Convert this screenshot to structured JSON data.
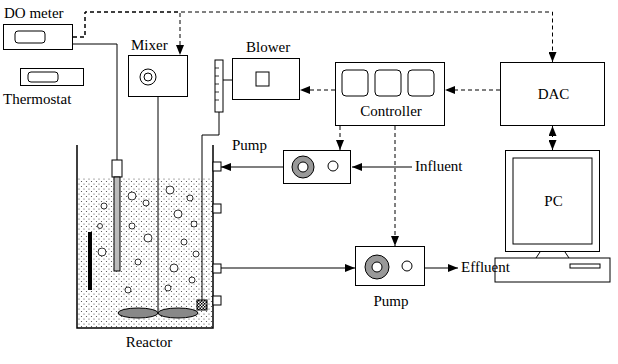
{
  "diagram": {
    "nodes": [
      {
        "text": [
          "DO meter"
        ]
      },
      {
        "text": [
          "Mixer"
        ]
      },
      {
        "text": [
          "Blower"
        ]
      },
      {
        "text": [
          "Thermostat"
        ]
      },
      {
        "text": [
          "Controller"
        ]
      },
      {
        "text": [
          "DAC"
        ]
      },
      {
        "text": [
          "Pump"
        ]
      },
      {
        "text": [
          "PC"
        ]
      },
      {
        "text": [
          "Pump"
        ]
      },
      {
        "text": [
          "Reactor"
        ]
      }
    ],
    "edges": [
      {
        "from": 0,
        "to": 5,
        "arrow": "to"
      },
      {
        "from": 0,
        "to": 1,
        "arrow": "to"
      },
      {
        "from": 4,
        "to": 2,
        "arrow": "to"
      },
      {
        "from": 5,
        "to": 4,
        "arrow": "to"
      },
      {
        "from": 5,
        "to": 7,
        "arrow": "both"
      },
      {
        "from": 4,
        "to": 6,
        "arrow": "to"
      },
      {
        "from": 4,
        "to": 8,
        "arrow": "to"
      },
      {
        "from": 6,
        "to": 9,
        "arrow": "to"
      },
      {
        "from": 9,
        "to": 8,
        "arrow": "to"
      }
    ],
    "labels": [
      "Influent",
      "Effluent"
    ]
  }
}
